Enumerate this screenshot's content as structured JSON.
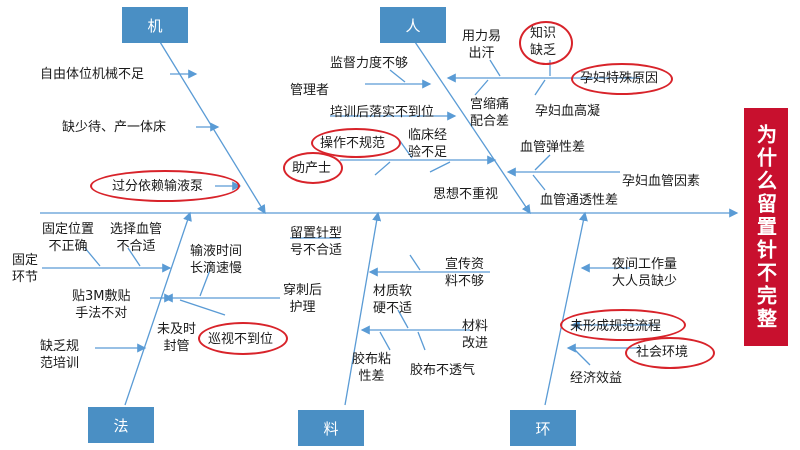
{
  "categories": {
    "machine": "机",
    "people": "人",
    "method": "法",
    "material": "料",
    "environment": "环"
  },
  "effect": "为什么留置针不完整",
  "machine_causes": {
    "c1": "自由体位机械不足",
    "c2": "缺少待、产一体床",
    "c3": "过分依赖输液泵"
  },
  "people_causes": {
    "supervision": "监督力度不够",
    "manager": "管理者",
    "training": "培训后落实不到位",
    "improper_op": "操作不规范",
    "midwife": "助产士",
    "clinical_exp": "临床经\n验不足",
    "neglect": "思想不重视",
    "sweat": "用力易\n出汗",
    "knowledge": "知识\n缺乏",
    "pregnant_special": "孕妇特殊原因",
    "contraction": "宫缩痛\n配合差",
    "hypercoag": "孕妇血高凝",
    "elasticity": "血管弹性差",
    "pregnant_vessel": "孕妇血管因素",
    "permeability": "血管通透性差"
  },
  "method_causes": {
    "fix_position": "固定位置\n不正确",
    "vessel_choice": "选择血管\n不合适",
    "fix_link": "固定\n环节",
    "infusion_time": "输液时间\n长滴速慢",
    "tape": "贴3M敷贴\n手法不对",
    "puncture_care": "穿刺后\n护理",
    "no_training": "缺乏规\n范培训",
    "not_sealed": "未及时\n封管",
    "patrol": "巡视不到位"
  },
  "material_causes": {
    "needle_model": "留置针型\n号不合适",
    "promo": "宣传资\n料不够",
    "soft_hard": "材质软\n硬不适",
    "improve": "材料\n改进",
    "tape_sticky": "胶布粘\n性差",
    "tape_air": "胶布不透气"
  },
  "environment_causes": {
    "night_staff": "夜间工作量\n大人员缺少",
    "no_process": "未形成规范流程",
    "social": "社会环境",
    "economic": "经济效益"
  },
  "colors": {
    "line": "#5a9bd5",
    "category_box": "#4a8fc4",
    "effect_box": "#c8102e",
    "highlight_circle": "#d8232a"
  }
}
